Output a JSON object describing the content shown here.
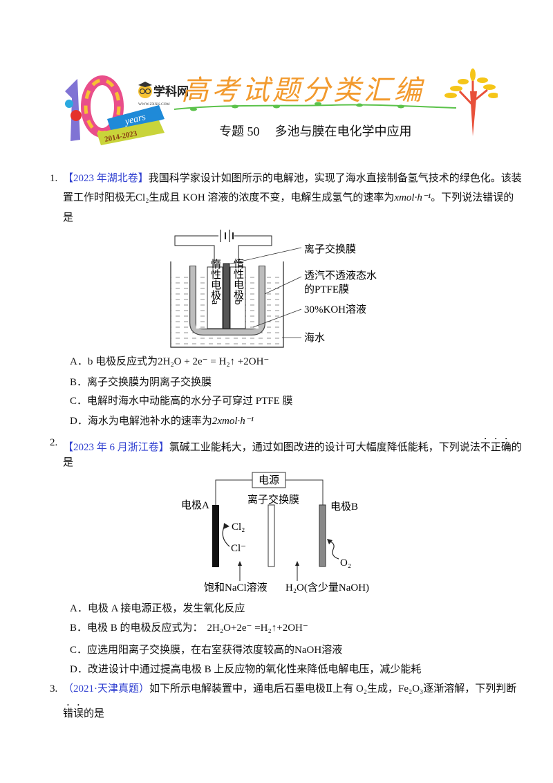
{
  "header": {
    "logo_brand": "学科网",
    "logo_url_text": "WWW.ZXXK.COM",
    "logo_years": "years",
    "logo_big": "10",
    "logo_range": "2014-2023",
    "banner_title": "高考试题分类汇编",
    "subtitle_num": "专题 50",
    "subtitle": "多池与膜在电化学中应用",
    "title_color": "#f29a2e"
  },
  "questions": [
    {
      "num": "1.",
      "source": "【2023 年湖北卷】",
      "line1": "我国科学家设计如图所示的电解池，实现了海水直接制备氢气技术的绿色化。该装",
      "line2_a": "置工作时阳极无",
      "line2_formula": "Cl₂",
      "line2_b": "生成且 KOH 溶液的浓度不变，电解生成氢气的速率为",
      "line2_rate": "xmol·h⁻¹",
      "line2_c": "。下列说法错误的",
      "line3": "是",
      "figure": {
        "electrode_a": "惰性电极a",
        "electrode_b": "惰性电极b",
        "label_membrane": "离子交换膜",
        "label_ptfe_1": "透汽不透液态水",
        "label_ptfe_2": "的PTFE膜",
        "label_koh": "30%KOH溶液",
        "label_sea": "海水"
      },
      "options": [
        {
          "letter": "A．",
          "text": "b 电极反应式为",
          "formula": "2H₂O + 2e⁻ = H₂↑ +2OH⁻"
        },
        {
          "letter": "B．",
          "text": "离子交换膜为阴离子交换膜"
        },
        {
          "letter": "C．",
          "text": "电解时海水中动能高的水分子可穿过 PTFE 膜"
        },
        {
          "letter": "D．",
          "text": "海水为电解池补水的速率为",
          "formula": "2xmol·h⁻¹"
        }
      ]
    },
    {
      "num": "2.",
      "source": "【2023 年 6 月浙江卷】",
      "line1_a": "氯碱工业能耗大，通过如图改进的设计可大幅度降低能耗，下列说法",
      "line1_emph": "不正确",
      "line1_b": "的",
      "line2": "是",
      "figure": {
        "power": "电源",
        "electrode_a": "电极A",
        "membrane": "离子交换膜",
        "electrode_b": "电极B",
        "cl2": "Cl₂",
        "cl_ion": "Cl⁻",
        "o2": "O₂",
        "left_solution": "饱和NaCl溶液",
        "right_solution": "H₂O(含少量NaOH)"
      },
      "options": [
        {
          "letter": "A．",
          "text": "电极 A 接电源正极，发生氧化反应"
        },
        {
          "letter": "B．",
          "text": "电极 B 的电极反应式为：",
          "formula": "2H₂O+2e⁻ =H₂↑+2OH⁻"
        },
        {
          "letter": "C．",
          "text": "应选用阳离子交换膜，在右室获得浓度较高的",
          "formula": "NaOH",
          "text2": "溶液"
        },
        {
          "letter": "D．",
          "text": "改进设计中通过提高电极 B 上反应物的氧化性来降低电解电压，减少能耗"
        }
      ]
    },
    {
      "num": "3.",
      "source": "（2021·天津真题）",
      "line1": "如下所示电解装置中，通电后石墨电极Ⅱ上有 O₂生成，Fe₂O₃逐渐溶解，下列判断",
      "line2_emph": "错误",
      "line2_b": "的是"
    }
  ]
}
